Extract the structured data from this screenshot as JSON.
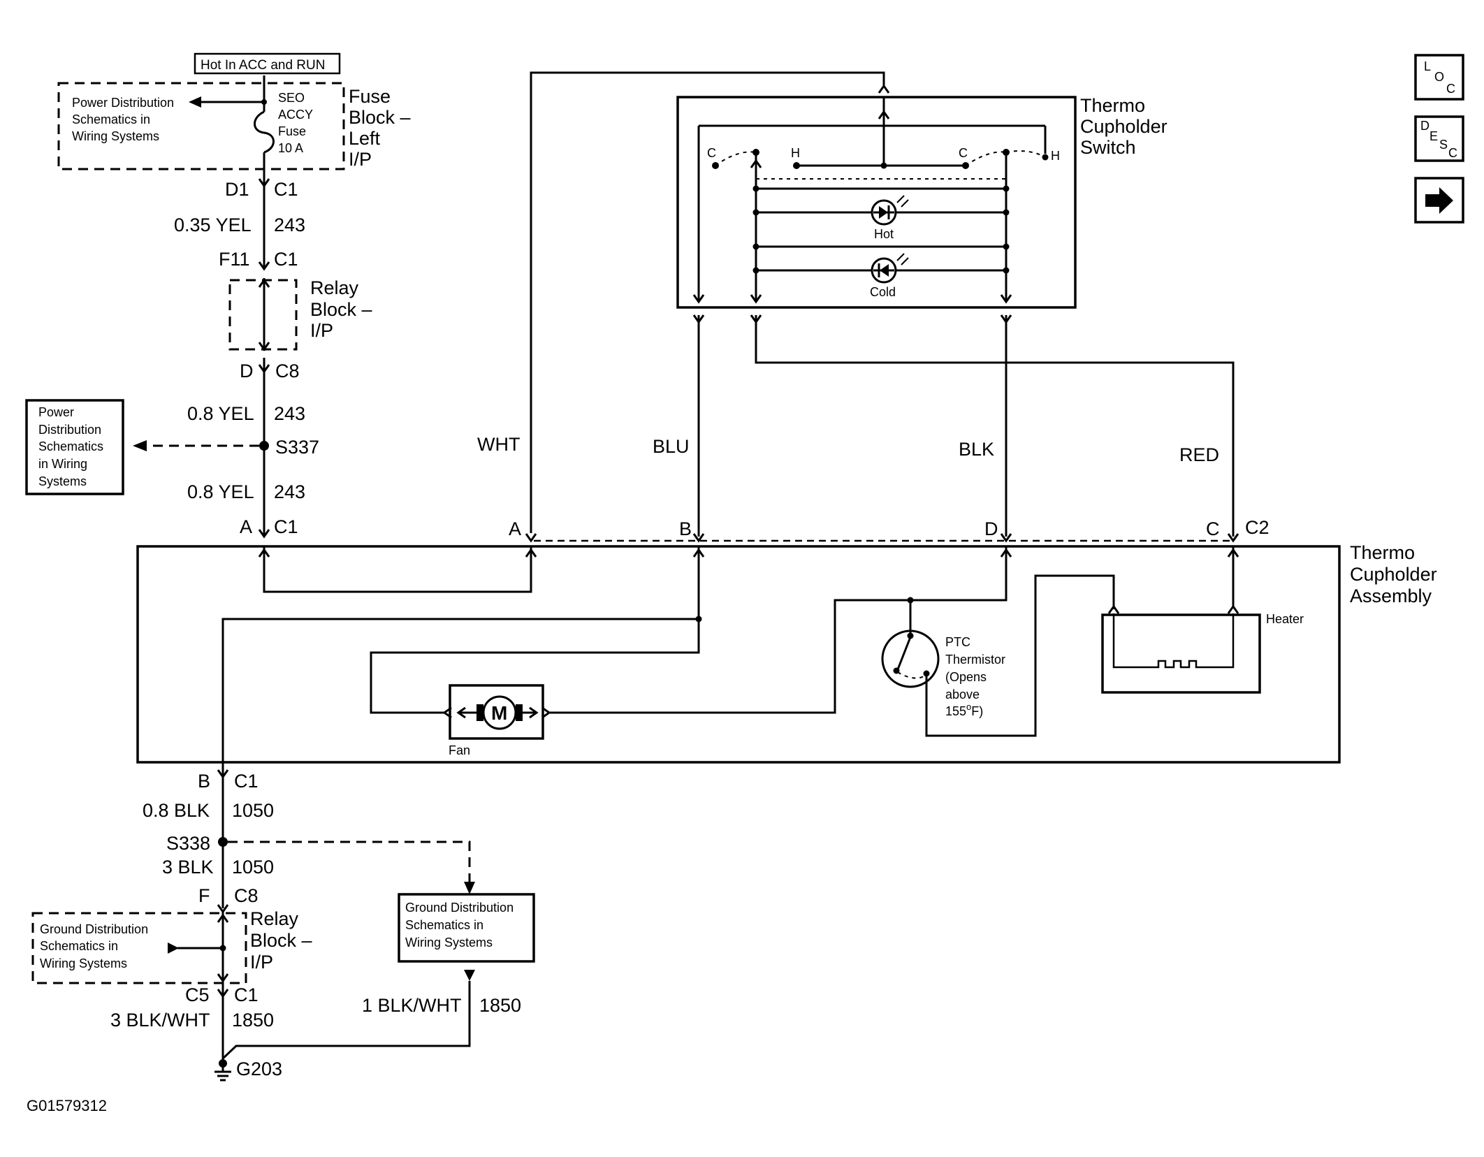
{
  "labels": {
    "hot_in_acc_run": "Hot In ACC and RUN",
    "power_dist_1_l1": "Power Distribution",
    "power_dist_1_l2": "Schematics in",
    "power_dist_1_l3": "Wiring Systems",
    "fuse_l1": "SEO",
    "fuse_l2": "ACCY",
    "fuse_l3": "Fuse",
    "fuse_l4": "10 A",
    "fuse_block_l1": "Fuse",
    "fuse_block_l2": "Block –",
    "fuse_block_l3": "Left",
    "fuse_block_l4": "I/P",
    "conn_d1": "D1",
    "conn_c1_a": "C1",
    "wire_035_yel": "0.35 YEL",
    "circuit_243_a": "243",
    "conn_f11": "F11",
    "conn_c1_b": "C1",
    "relay_block_top_l1": "Relay",
    "relay_block_top_l2": "Block –",
    "relay_block_top_l3": "I/P",
    "conn_d": "D",
    "conn_c8_a": "C8",
    "wire_08_yel_a": "0.8 YEL",
    "circuit_243_b": "243",
    "splice_s337": "S337",
    "power_dist_2_l1": "Power",
    "power_dist_2_l2": "Distribution",
    "power_dist_2_l3": "Schematics",
    "power_dist_2_l4": "in Wiring",
    "power_dist_2_l5": "Systems",
    "wire_08_yel_b": "0.8 YEL",
    "circuit_243_c": "243",
    "conn_a_left": "A",
    "conn_c1_c": "C1",
    "wire_wht": "WHT",
    "wire_blu": "BLU",
    "wire_blk": "BLK",
    "wire_red": "RED",
    "pin_a": "A",
    "pin_b": "B",
    "pin_d": "D",
    "pin_c": "C",
    "conn_c2": "C2",
    "switch_title_l1": "Thermo",
    "switch_title_l2": "Cupholder",
    "switch_title_l3": "Switch",
    "sw_c_left": "C",
    "sw_h_left": "H",
    "sw_c_right": "C",
    "sw_h_right": "H",
    "led_hot": "Hot",
    "led_cold": "Cold",
    "assembly_title_l1": "Thermo",
    "assembly_title_l2": "Cupholder",
    "assembly_title_l3": "Assembly",
    "heater": "Heater",
    "ptc_l1": "PTC",
    "ptc_l2": "Thermistor",
    "ptc_l3": "(Opens",
    "ptc_l4": "above",
    "ptc_l5": "155",
    "ptc_deg": "o",
    "ptc_l6": "F)",
    "motor_m": "M",
    "fan": "Fan",
    "conn_b": "B",
    "conn_c1_d": "C1",
    "wire_08_blk": "0.8 BLK",
    "circuit_1050_a": "1050",
    "splice_s338": "S338",
    "wire_3_blk": "3 BLK",
    "circuit_1050_b": "1050",
    "conn_f": "F",
    "conn_c8_b": "C8",
    "ground_dist_1_l1": "Ground Distribution",
    "ground_dist_1_l2": "Schematics in",
    "ground_dist_1_l3": "Wiring Systems",
    "relay_block_bot_l1": "Relay",
    "relay_block_bot_l2": "Block –",
    "relay_block_bot_l3": "I/P",
    "ground_dist_2_l1": "Ground Distribution",
    "ground_dist_2_l2": "Schematics in",
    "ground_dist_2_l3": "Wiring Systems",
    "conn_c5": "C5",
    "conn_c1_e": "C1",
    "wire_3_blkwht": "3 BLK/WHT",
    "circuit_1850_a": "1850",
    "wire_1_blkwht": "1 BLK/WHT",
    "circuit_1850_b": "1850",
    "ground_g203": "G203",
    "figure_id": "G01579312"
  },
  "nav": {
    "loc_l": "L",
    "loc_o": "O",
    "loc_c": "C",
    "desc_d": "D",
    "desc_e": "E",
    "desc_s": "S",
    "desc_c": "C",
    "next_arrow": "➡"
  },
  "colors": {
    "ink": "#000000",
    "paper": "#ffffff"
  }
}
